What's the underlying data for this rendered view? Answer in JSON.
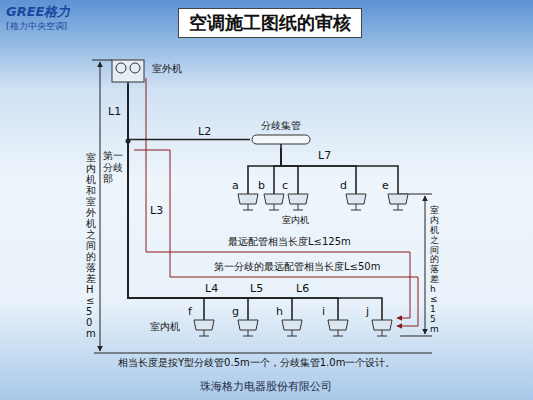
{
  "diagram": {
    "title": "空调施工图纸的审核",
    "nodes": [
      {
        "text": [
          "室外机"
        ]
      },
      {
        "text": [
          "分歧集管"
        ]
      },
      {
        "text": [
          "a"
        ]
      },
      {
        "text": [
          "b"
        ]
      },
      {
        "text": [
          "c",
          "室内机"
        ]
      },
      {
        "text": [
          "d"
        ]
      },
      {
        "text": [
          "e"
        ]
      },
      {
        "text": [
          "室内机",
          "f"
        ]
      },
      {
        "text": [
          "g"
        ]
      },
      {
        "text": [
          "h"
        ]
      },
      {
        "text": [
          "i"
        ]
      },
      {
        "text": [
          "j"
        ]
      }
    ],
    "edges": [
      {
        "from": 0,
        "to": 1,
        "arrow": "none"
      },
      {
        "from": 1,
        "to": 2,
        "arrow": "none"
      },
      {
        "from": 1,
        "to": 3,
        "arrow": "none"
      },
      {
        "from": 1,
        "to": 4,
        "arrow": "none"
      },
      {
        "from": 1,
        "to": 5,
        "arrow": "none"
      },
      {
        "from": 1,
        "to": 6,
        "arrow": "none"
      },
      {
        "from": 0,
        "to": 7,
        "arrow": "none"
      },
      {
        "from": 0,
        "to": 8,
        "arrow": "none"
      },
      {
        "from": 0,
        "to": 9,
        "arrow": "none"
      },
      {
        "from": 0,
        "to": 10,
        "arrow": "none"
      },
      {
        "from": 0,
        "to": 11,
        "arrow": "none"
      }
    ],
    "labels": [
      "GREE格力",
      "[格力中央空调]",
      "L1",
      "L2",
      "第一分歧部",
      "L7",
      "L3",
      "L4",
      "L5",
      "L6",
      "最远配管相当长度L≤125m",
      "第一分歧的最远配管相当长度L≤50m",
      "室内机和室外机之间的落差H≤50m",
      "室内机之间的落差h≤15m",
      "相当长度是按Y型分歧管0.5m一个，分歧集管1.0m一个设计。",
      "珠海格力电器股份有限公司"
    ]
  }
}
